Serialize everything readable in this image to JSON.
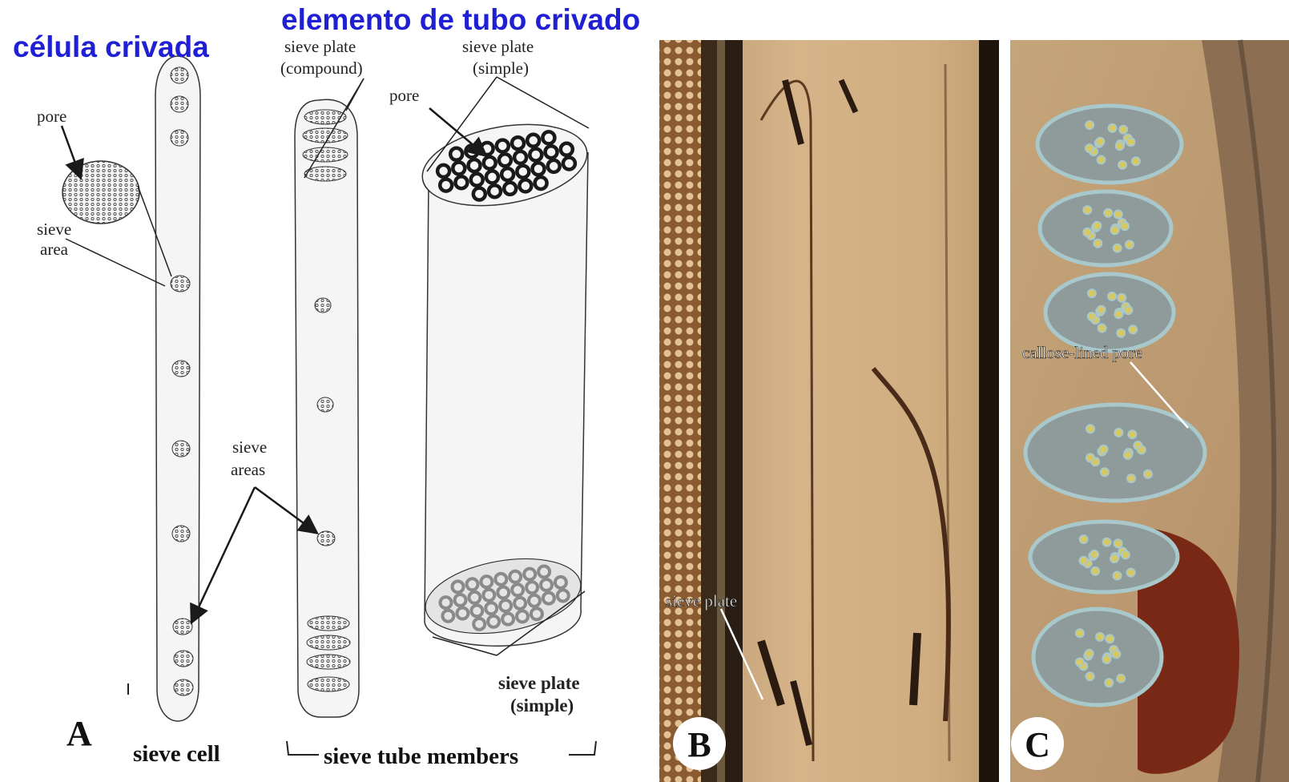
{
  "headings": {
    "left_blue": "célula crivada",
    "top_blue": "elemento de tubo crivado",
    "blue_color": "#1f1fd4"
  },
  "panel_a": {
    "letter": "A",
    "labels": {
      "pore_left": "pore",
      "sieve_area_1": "sieve",
      "sieve_area_2": "area",
      "compound_1": "sieve plate",
      "compound_2": "(compound)",
      "simple_top_1": "sieve plate",
      "simple_top_2": "(simple)",
      "pore_right": "pore",
      "sieve_areas_1": "sieve",
      "sieve_areas_2": "areas",
      "simple_bottom_1": "sieve plate",
      "simple_bottom_2": "(simple)"
    },
    "captions": {
      "sieve_cell": "sieve cell",
      "sieve_tube_members": "sieve tube members"
    }
  },
  "panel_b": {
    "letter": "B",
    "label": "sieve plate"
  },
  "panel_c": {
    "letter": "C",
    "label": "callose-lined pore"
  }
}
